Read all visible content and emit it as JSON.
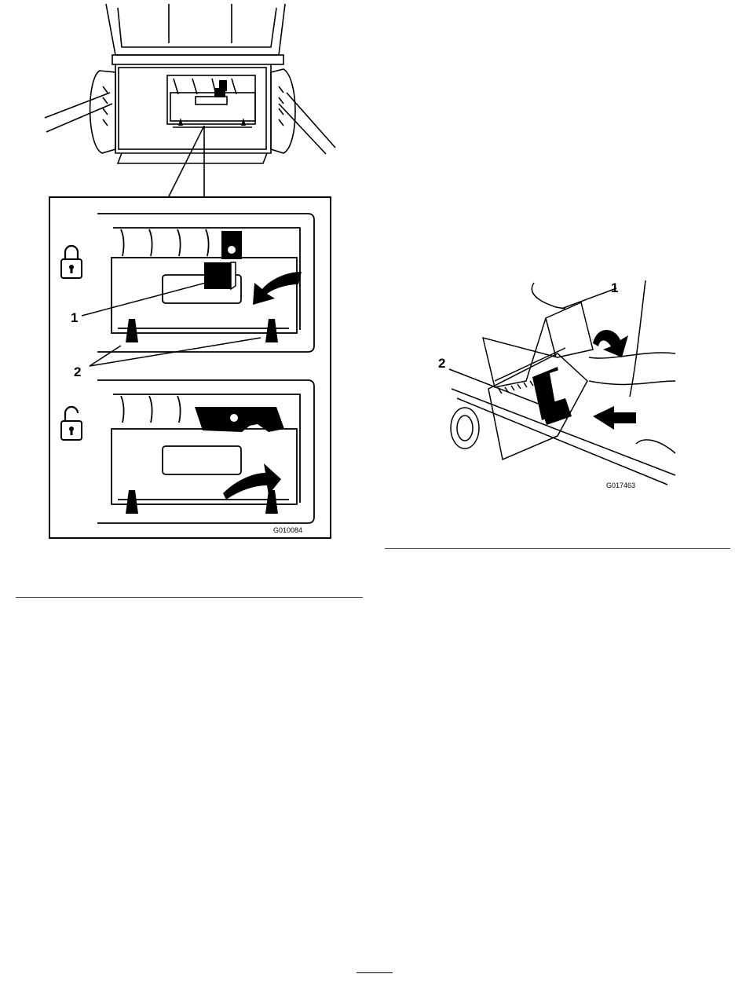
{
  "figure_left": {
    "callout_1": "1",
    "callout_2": "2",
    "figure_id": "G010084",
    "icons": [
      "locked-padlock",
      "unlocked-padlock"
    ]
  },
  "figure_right": {
    "callout_1": "1",
    "callout_2": "2",
    "figure_id": "G017463"
  },
  "page_number": ""
}
